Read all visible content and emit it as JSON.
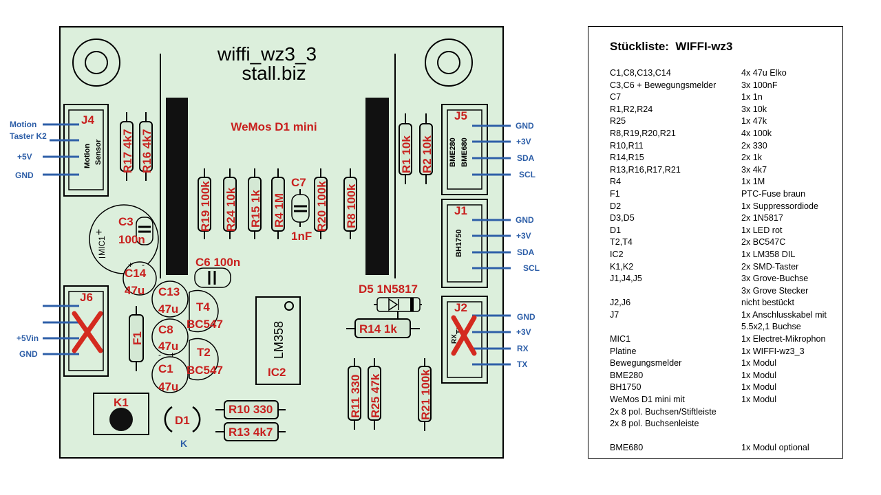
{
  "board": {
    "title1": "wiffi_wz3_3",
    "title2": "stall.biz",
    "wemos": "WeMos D1 mini",
    "cap_mark": "K"
  },
  "connectors": {
    "j4": {
      "name": "J4",
      "module": [
        "Motion",
        "Sensor"
      ],
      "pins": [
        "Motion",
        "Taster K2",
        "+5V",
        "GND"
      ]
    },
    "j5": {
      "name": "J5",
      "module": [
        "BME280",
        "BME680"
      ],
      "pins": [
        "GND",
        "+3V",
        "SDA",
        "SCL"
      ]
    },
    "j1": {
      "name": "J1",
      "module": [
        "BH1750"
      ],
      "pins": [
        "GND",
        "+3V",
        "SDA",
        "SCL"
      ]
    },
    "j6": {
      "name": "J6",
      "pins": [
        "",
        "",
        "+5Vin",
        "GND"
      ]
    },
    "j2": {
      "name": "J2",
      "module": [
        "RX",
        "TX"
      ],
      "pins": [
        "GND",
        "+3V",
        "RX",
        "TX"
      ]
    }
  },
  "components": {
    "r17": "R17 4k7",
    "r16": "R16 4k7",
    "r1": "R1 10k",
    "r2": "R2 10k",
    "r19": "R19 100k",
    "r24": "R24 10k",
    "r15": "R15  1k",
    "r4": "R4  1M",
    "c7": "C7",
    "c7v": "1nF",
    "r20": "R20 100k",
    "r8": "R8 100k",
    "c3": "C3",
    "c3v": "100n",
    "mic1": "MIC1",
    "c14": "C14",
    "c14v": "47u",
    "c6": "C6 100n",
    "c13": "C13",
    "c13v": "47u",
    "c8": "C8",
    "c8v": "47u",
    "c1": "C1",
    "c1v": "47u",
    "t4": "T4",
    "t4v": "BC547",
    "t2": "T2",
    "t2v": "BC547",
    "f1": "F1",
    "ic2": "IC2",
    "lm358": "LM358",
    "d5": "D5 1N5817",
    "r14": "R14  1k",
    "r11": "R11 330",
    "r25": "R25 47k",
    "r21": "R21 100k",
    "k1": "K1",
    "d1": "D1",
    "r10": "R10 330",
    "r13": "R13 4k7"
  },
  "colors": {
    "board": "#dcefdc",
    "label": "#c8201e",
    "pin": "#2e5fa8",
    "cross": "#d42a1f"
  },
  "bom": {
    "title": "Stückliste:  WIFFI-wz3",
    "rows": [
      {
        "part": "C1,C8,C13,C14",
        "qty": "4x 47u Elko"
      },
      {
        "part": "C3,C6 + Bewegungsmelder",
        "qty": "3x 100nF"
      },
      {
        "part": "C7",
        "qty": "1x 1n"
      },
      {
        "part": "R1,R2,R24",
        "qty": "3x 10k"
      },
      {
        "part": "R25",
        "qty": "1x 47k"
      },
      {
        "part": "R8,R19,R20,R21",
        "qty": "4x 100k"
      },
      {
        "part": "R10,R11",
        "qty": "2x 330"
      },
      {
        "part": "R14,R15",
        "qty": "2x 1k"
      },
      {
        "part": "R13,R16,R17,R21",
        "qty": "3x 4k7"
      },
      {
        "part": "R4",
        "qty": "1x 1M"
      },
      {
        "part": "F1",
        "qty": "PTC-Fuse braun"
      },
      {
        "part": "D2",
        "qty": "1x Suppressordiode"
      },
      {
        "part": "D3,D5",
        "qty": "2x 1N5817"
      },
      {
        "part": "D1",
        "qty": "1x LED rot"
      },
      {
        "part": "T2,T4",
        "qty": "2x BC547C"
      },
      {
        "part": "IC2",
        "qty": "1x LM358  DIL"
      },
      {
        "part": "K1,K2",
        "qty": "2x SMD-Taster"
      },
      {
        "part": "J1,J4,J5",
        "qty": "3x Grove-Buchse"
      },
      {
        "part": "",
        "qty": "3x Grove Stecker"
      },
      {
        "part": "J2,J6",
        "qty": "nicht bestückt"
      },
      {
        "part": "J7",
        "qty": "1x Anschlusskabel mit"
      },
      {
        "part": "",
        "qty": "5.5x2,1 Buchse"
      },
      {
        "part": "MIC1",
        "qty": "1x Electret-Mikrophon"
      },
      {
        "part": "Platine",
        "qty": "1x WIFFI-wz3_3"
      },
      {
        "part": "Bewegungsmelder",
        "qty": "1x Modul"
      },
      {
        "part": "BME280",
        "qty": "1x Modul"
      },
      {
        "part": "BH1750",
        "qty": "1x Modul"
      },
      {
        "part": "WeMos D1 mini  mit",
        "qty": "1x Modul"
      },
      {
        "part": "2x  8 pol. Buchsen/Stiftleiste",
        "qty": ""
      },
      {
        "part": " 2x  8 pol. Buchsenleiste",
        "qty": ""
      },
      {
        "part": "",
        "qty": ""
      },
      {
        "part": "BME680",
        "qty": "1x Modul optional"
      }
    ]
  }
}
